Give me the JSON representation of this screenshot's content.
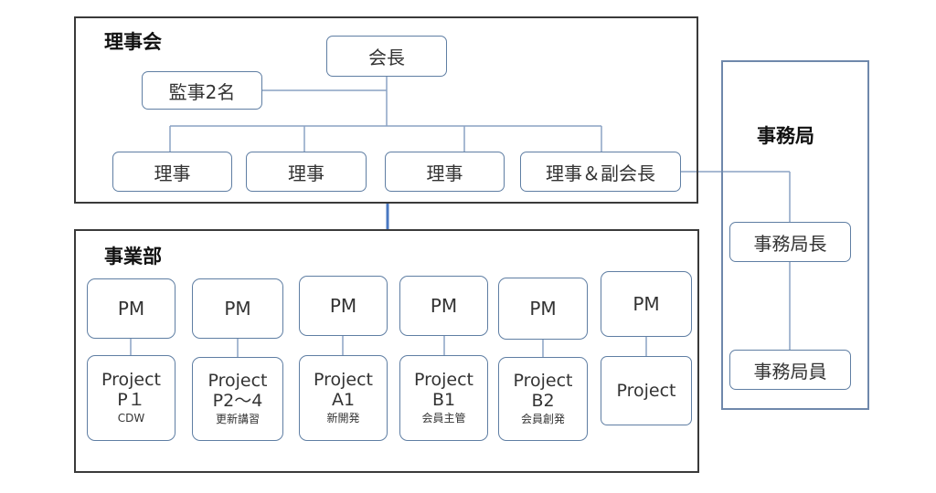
{
  "board": {
    "title": "理事会",
    "chairman": "会長",
    "auditors": "監事2名",
    "directors": [
      "理事",
      "理事",
      "理事",
      "理事＆副会長"
    ]
  },
  "business": {
    "title": "事業部",
    "units": [
      {
        "pm": "PM",
        "line1": "Project",
        "line2": "P１",
        "note": "CDW"
      },
      {
        "pm": "PM",
        "line1": "Project",
        "line2": "P2～4",
        "note": "更新講習"
      },
      {
        "pm": "PM",
        "line1": "Project",
        "line2": "A1",
        "note": "新開発"
      },
      {
        "pm": "PM",
        "line1": "Project",
        "line2": "B1",
        "note": "会員主管"
      },
      {
        "pm": "PM",
        "line1": "Project",
        "line2": "B2",
        "note": "会員創発"
      },
      {
        "pm": "PM",
        "line1": "Project",
        "line2": "",
        "note": ""
      }
    ]
  },
  "office": {
    "title": "事務局",
    "head": "事務局長",
    "staff": "事務局員"
  },
  "colors": {
    "connector": "#8aa2c4",
    "link": "#4a78c2",
    "border": "#5f7ea3"
  }
}
